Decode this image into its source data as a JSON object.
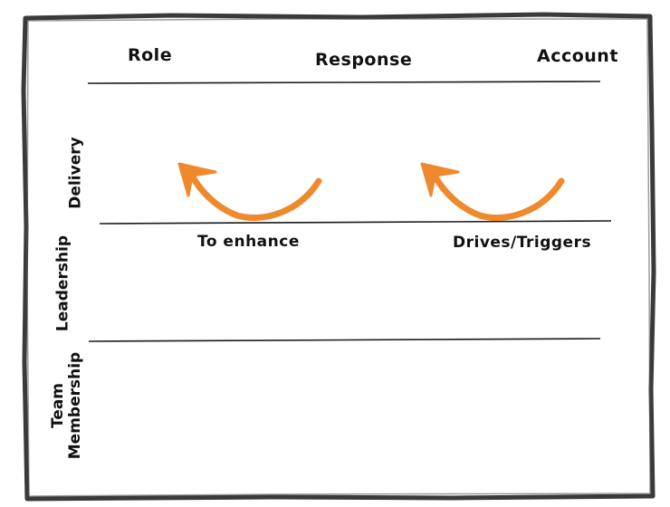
{
  "headers": {
    "role": "Role",
    "response": "Response",
    "account": "Account"
  },
  "rows": {
    "delivery": "Delivery",
    "leadership": "Leadership",
    "team_line1": "Team",
    "team_line2": "Membership"
  },
  "annotations": {
    "enhance": "To enhance",
    "drives": "Drives/Triggers"
  },
  "colors": {
    "frame": "#3a3a3a",
    "line": "#1a1a1a",
    "arrow": "#ef8a2c",
    "text": "#111111"
  }
}
